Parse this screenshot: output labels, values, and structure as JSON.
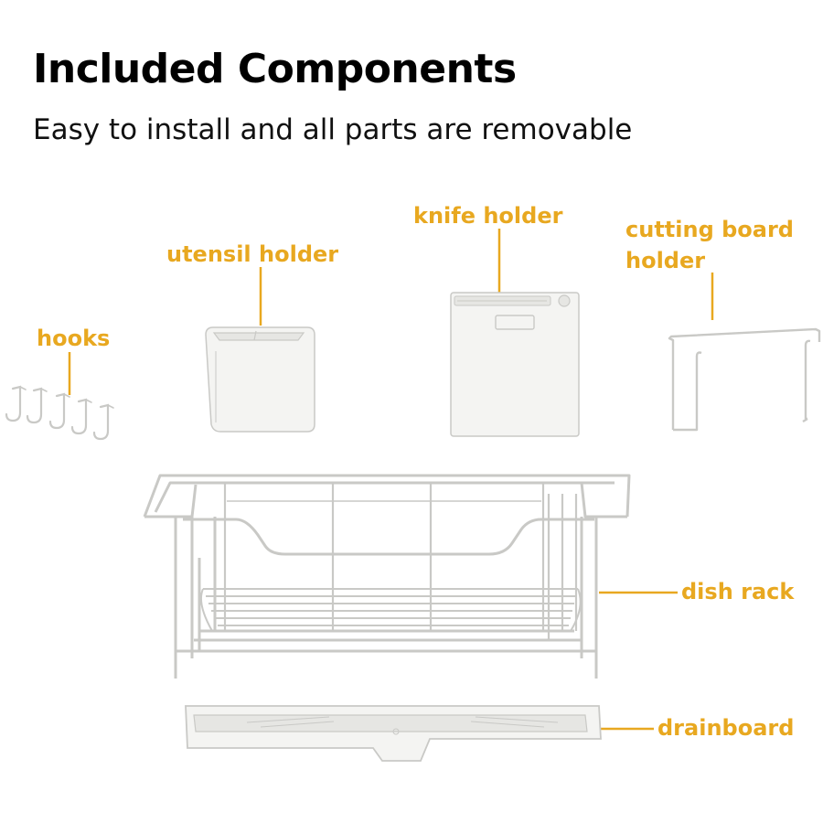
{
  "header": {
    "title": "Included Components",
    "subtitle": "Easy to install and all parts are removable"
  },
  "labels": {
    "hooks": "hooks",
    "utensil_holder": "utensil holder",
    "knife_holder": "knife holder",
    "cutting_board_holder_line1": "cutting board",
    "cutting_board_holder_line2": "holder",
    "dish_rack": "dish rack",
    "drainboard": "drainboard"
  },
  "colors": {
    "accent": "#E8A820",
    "title": "#000000",
    "product_fill": "#F4F4F2",
    "product_stroke": "#C9C9C6"
  }
}
